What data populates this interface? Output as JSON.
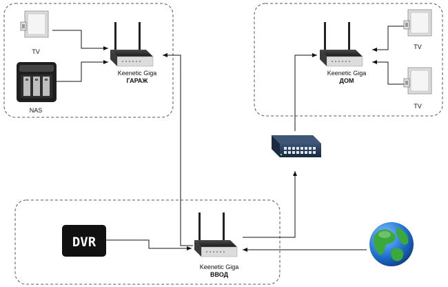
{
  "colors": {
    "group_border": "#555555",
    "connector": "#111111",
    "router_body": "#2a2a2a",
    "router_front": "#e8e8e8",
    "tv_frame": "#dcdcdc",
    "tv_screen": "#f4f4f4",
    "nas_body": "#1e1e1e",
    "switch_body": "#23344c",
    "dvr_bg": "#111111",
    "globe_ocean": "#1f6fd1",
    "globe_land": "#3aa83a"
  },
  "nodes": {
    "tv_garage": {
      "label": "TV",
      "icon": "tv-icon"
    },
    "nas": {
      "label": "NAS",
      "icon": "nas-icon"
    },
    "router_garage": {
      "name": "Keenetic Giga",
      "location": "ГАРАЖ",
      "icon": "router-icon"
    },
    "router_home": {
      "name": "Keenetic Giga",
      "location": "ДОМ",
      "icon": "router-icon"
    },
    "tv_home_1": {
      "label": "TV",
      "icon": "tv-icon"
    },
    "tv_home_2": {
      "label": "TV",
      "icon": "tv-icon"
    },
    "switch": {
      "icon": "network-switch-icon"
    },
    "dvr": {
      "label": "DVR",
      "icon": "dvr-icon"
    },
    "router_input": {
      "name": "Keenetic Giga",
      "location": "ВВОД",
      "icon": "router-icon"
    },
    "internet": {
      "icon": "globe-icon"
    }
  }
}
